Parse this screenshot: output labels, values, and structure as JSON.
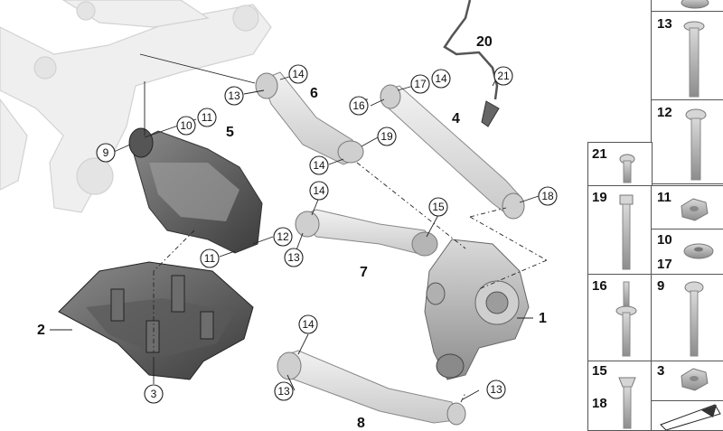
{
  "callouts": {
    "c14a": "14",
    "c13a": "13",
    "c10": "10",
    "c11a": "11",
    "c9": "9",
    "c16": "16",
    "c17": "17",
    "c14b": "14",
    "c21": "21",
    "c19": "19",
    "c14c": "14",
    "c18": "18",
    "c14d": "14",
    "c15": "15",
    "c12": "12",
    "c11b": "11",
    "c13b": "13",
    "c3": "3",
    "c14e": "14",
    "c13c": "13",
    "c13d": "13"
  },
  "plain_labels": {
    "p20": "20",
    "p6": "6",
    "p4": "4",
    "p5": "5",
    "p7": "7",
    "p2": "2",
    "p1": "1",
    "p8": "8"
  },
  "panels": {
    "p13": "13",
    "p12": "12",
    "p21": "21",
    "p19": "19",
    "p11": "11",
    "p10": "10",
    "p17": "17",
    "p16": "16",
    "p9": "9",
    "p15": "15",
    "p18": "18",
    "p3": "3"
  }
}
